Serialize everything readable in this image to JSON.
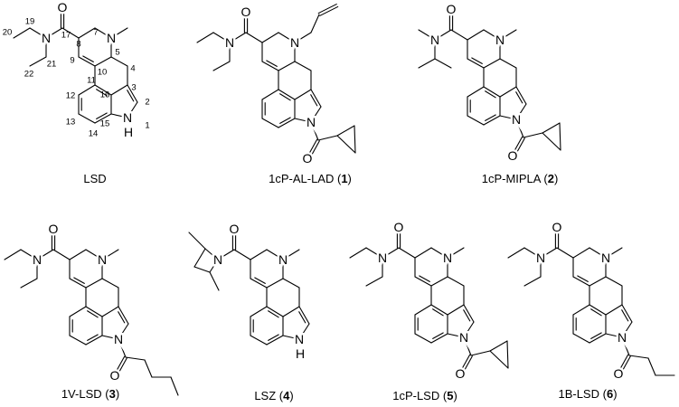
{
  "atom_labels": {
    "nitrogen": "N",
    "oxygen": "O",
    "hydrogen": "H"
  },
  "lsd_numbering": [
    "1",
    "2",
    "3",
    "4",
    "5",
    "7",
    "8",
    "9",
    "10",
    "11",
    "12",
    "13",
    "14",
    "15",
    "16",
    "17",
    "19",
    "20",
    "21",
    "22"
  ],
  "molecules": [
    {
      "name": "LSD",
      "number": ""
    },
    {
      "name": "1cP-AL-LAD",
      "number": "1"
    },
    {
      "name": "1cP-MIPLA",
      "number": "2"
    },
    {
      "name": "1V-LSD",
      "number": "3"
    },
    {
      "name": "LSZ",
      "number": "4"
    },
    {
      "name": "1cP-LSD",
      "number": "5"
    },
    {
      "name": "1B-LSD",
      "number": "6"
    }
  ]
}
